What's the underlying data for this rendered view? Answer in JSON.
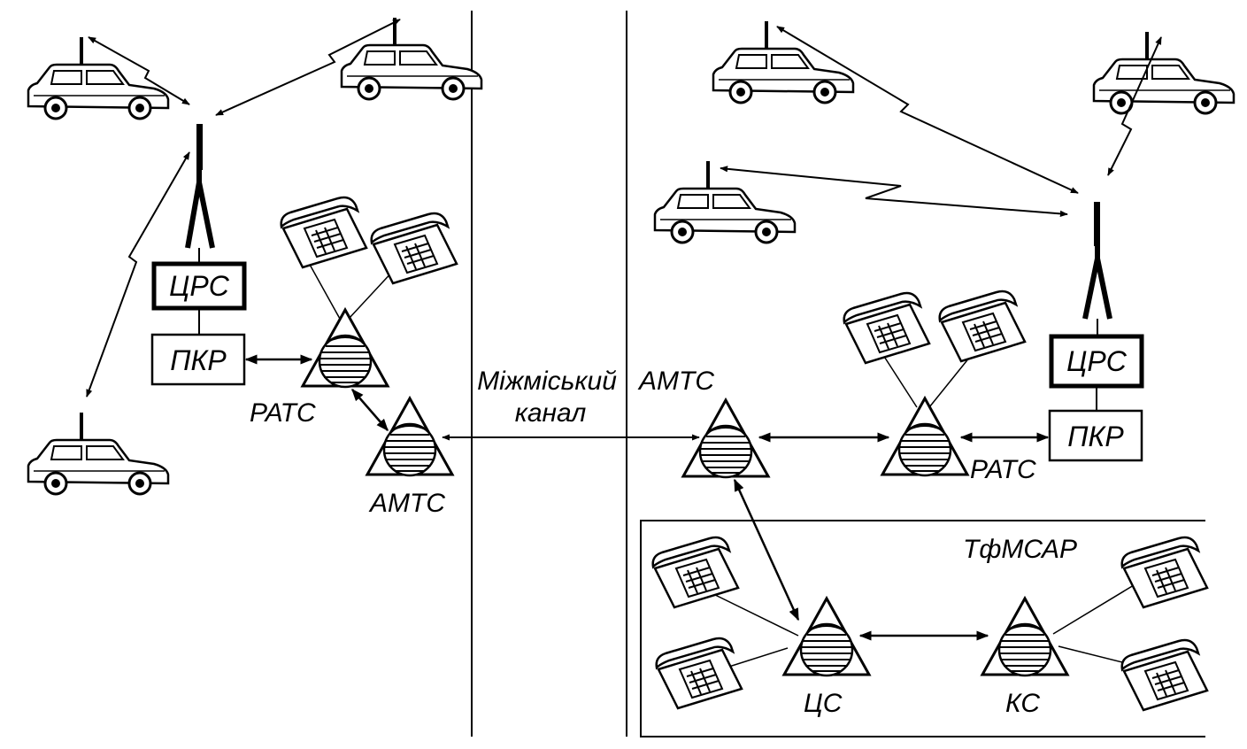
{
  "labels": {
    "left_crs": "ЦРС",
    "left_pkr": "ПКР",
    "left_rats": "РАТС",
    "left_amts": "АМТС",
    "channel_line1": "Міжміський",
    "channel_line2": "канал",
    "right_amts": "АМТС",
    "right_rats": "РАТС",
    "right_crs": "ЦРС",
    "right_pkr": "ПКР",
    "tfmsar": "ТфМСАР",
    "cs": "ЦС",
    "ks": "КС"
  },
  "icons": [
    "car-icon",
    "antenna-icon",
    "telephone-icon",
    "exchange-icon"
  ]
}
